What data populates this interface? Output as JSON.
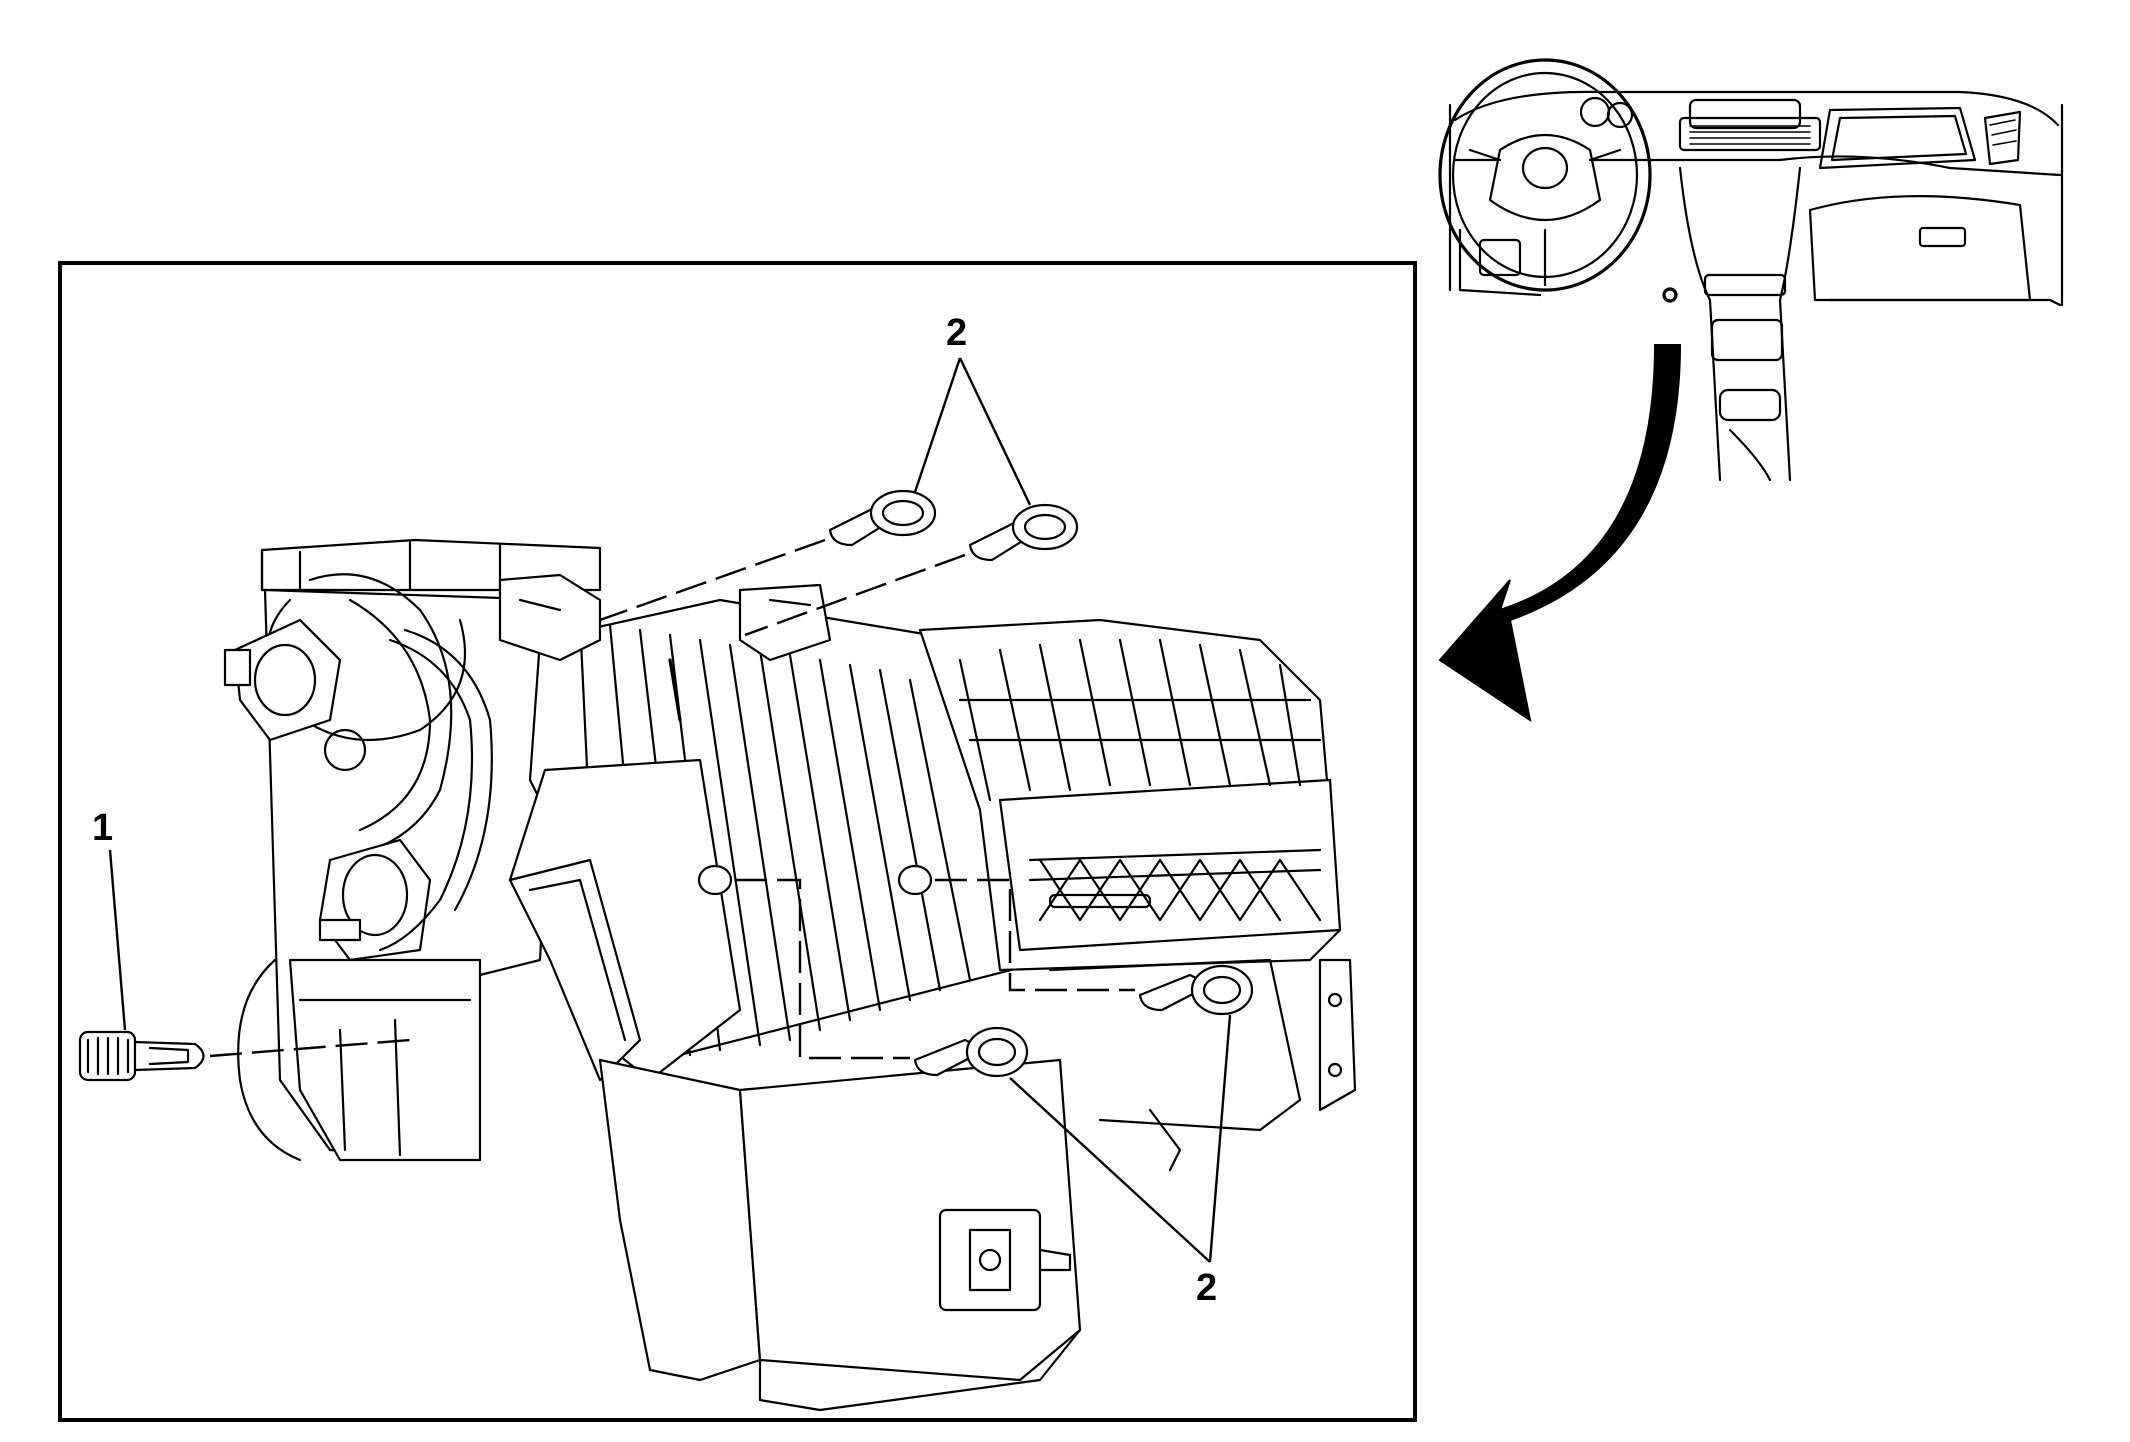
{
  "callouts": {
    "fastener_1": "1",
    "fasteners_2_top": "2",
    "fasteners_2_bottom": "2"
  },
  "colors": {
    "line": "#000000",
    "background": "#ffffff"
  },
  "icons": {
    "locator": "vehicle-dashboard-locator-icon",
    "arrow": "curved-arrow-icon",
    "fastener": "screw-icon"
  }
}
